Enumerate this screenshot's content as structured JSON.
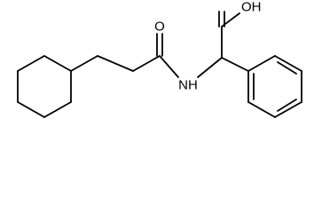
{
  "structure": {
    "atom_labels": {
      "hydroxyl": "OH",
      "carbonyl_oxygen": "O",
      "amide_nh": "NH"
    },
    "bonds": [
      {
        "name": "cyclohexyl-ring",
        "kind": "ring-6"
      },
      {
        "name": "propanoyl-chain",
        "kind": "chain"
      },
      {
        "name": "amide-carbonyl",
        "kind": "double"
      },
      {
        "name": "carboxyl-carbonyl",
        "kind": "double"
      },
      {
        "name": "phenyl-ring",
        "kind": "aromatic-6"
      }
    ]
  }
}
